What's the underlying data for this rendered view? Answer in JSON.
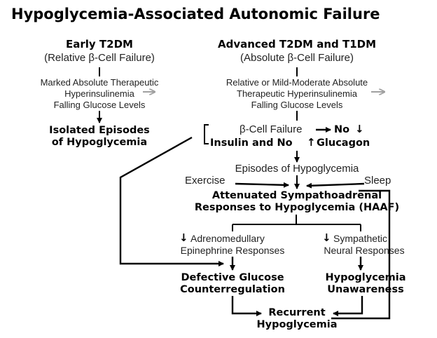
{
  "title": "Hypoglycemia-Associated Autonomic Failure",
  "left": {
    "heading": "Early T2DM",
    "subheading": "(Relative β-Cell Failure)",
    "hyperins_line1": "Marked Absolute Therapeutic",
    "hyperins_line2": "Hyperinsulinemia",
    "falling": "Falling Glucose Levels",
    "isolated_line1": "Isolated Episodes",
    "isolated_line2": "of Hypoglycemia"
  },
  "right": {
    "heading": "Advanced T2DM and T1DM",
    "subheading": "(Absolute β-Cell Failure)",
    "hyperins_line1": "Relative or Mild-Moderate Absolute",
    "hyperins_line2": "Therapeutic Hyperinsulinemia",
    "falling": "Falling Glucose Levels",
    "beta_failure": "β-Cell Failure",
    "no1": "No",
    "insulin_and_no": "Insulin and No",
    "glucagon": "Glucagon"
  },
  "center": {
    "episodes": "Episodes of Hypoglycemia",
    "exercise": "Exercise",
    "sleep": "Sleep",
    "attenuated_line1": "Attenuated Sympathoadrenal",
    "attenuated_line2": "Responses to Hypoglycemia (HAAF)",
    "adreno_line1": "Adrenomedullary",
    "adreno_line2": "Epinephrine Responses",
    "symp_line1": "Sympathetic",
    "symp_line2": "Neural Responses",
    "defective_line1": "Defective Glucose",
    "defective_line2": "Counterregulation",
    "unaware_line1": "Hypoglycemia",
    "unaware_line2": "Unawareness",
    "recurrent_line1": "Recurrent",
    "recurrent_line2": "Hypoglycemia"
  },
  "colors": {
    "text": "#000000",
    "arrow_gray": "#a0a0a0",
    "line": "#000000"
  }
}
